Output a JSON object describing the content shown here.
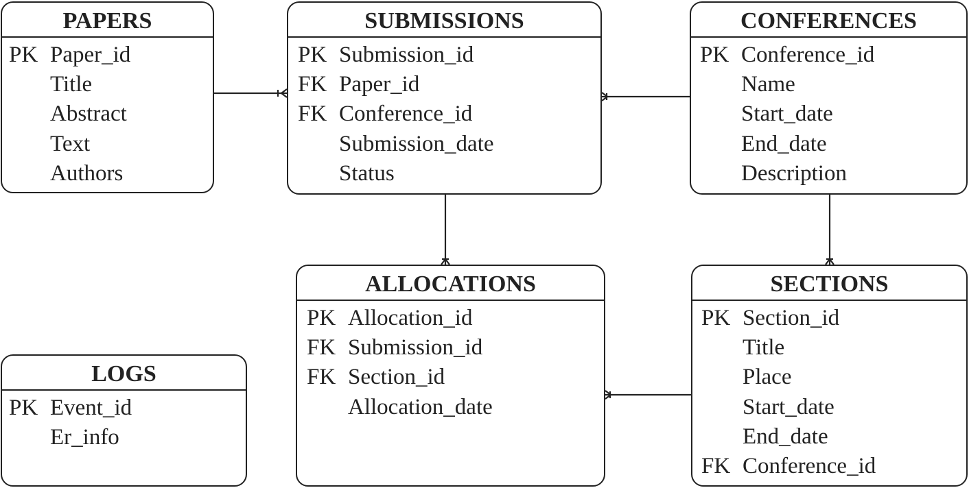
{
  "entities": [
    {
      "id": "papers",
      "title": "PAPERS",
      "attributes": [
        {
          "key": "PK",
          "name": "Paper_id"
        },
        {
          "key": "",
          "name": "Title"
        },
        {
          "key": "",
          "name": "Abstract"
        },
        {
          "key": "",
          "name": "Text"
        },
        {
          "key": "",
          "name": "Authors"
        }
      ]
    },
    {
      "id": "submissions",
      "title": "SUBMISSIONS",
      "attributes": [
        {
          "key": "PK",
          "name": "Submission_id"
        },
        {
          "key": "FK",
          "name": "Paper_id"
        },
        {
          "key": "FK",
          "name": "Conference_id"
        },
        {
          "key": "",
          "name": "Submission_date"
        },
        {
          "key": "",
          "name": "Status"
        }
      ]
    },
    {
      "id": "conferences",
      "title": "CONFERENCES",
      "attributes": [
        {
          "key": "PK",
          "name": "Conference_id"
        },
        {
          "key": "",
          "name": "Name"
        },
        {
          "key": "",
          "name": "Start_date"
        },
        {
          "key": "",
          "name": "End_date"
        },
        {
          "key": "",
          "name": "Description"
        }
      ]
    },
    {
      "id": "allocations",
      "title": "ALLOCATIONS",
      "attributes": [
        {
          "key": "PK",
          "name": "Allocation_id"
        },
        {
          "key": "FK",
          "name": "Submission_id"
        },
        {
          "key": "FK",
          "name": "Section_id"
        },
        {
          "key": "",
          "name": "Allocation_date"
        }
      ]
    },
    {
      "id": "sections",
      "title": "SECTIONS",
      "attributes": [
        {
          "key": "PK",
          "name": "Section_id"
        },
        {
          "key": "",
          "name": "Title"
        },
        {
          "key": "",
          "name": "Place"
        },
        {
          "key": "",
          "name": "Start_date"
        },
        {
          "key": "",
          "name": "End_date"
        },
        {
          "key": "FK",
          "name": "Conference_id"
        }
      ]
    },
    {
      "id": "logs",
      "title": "LOGS",
      "attributes": [
        {
          "key": "PK",
          "name": "Event_id"
        },
        {
          "key": "",
          "name": "Er_info"
        }
      ]
    }
  ],
  "relationships": [
    {
      "from": "papers",
      "to": "submissions",
      "cardinality": "one-to-many"
    },
    {
      "from": "conferences",
      "to": "submissions",
      "cardinality": "one-to-many"
    },
    {
      "from": "submissions",
      "to": "allocations",
      "cardinality": "one-to-many"
    },
    {
      "from": "conferences",
      "to": "sections",
      "cardinality": "one-to-many"
    },
    {
      "from": "sections",
      "to": "allocations",
      "cardinality": "one-to-many"
    }
  ]
}
